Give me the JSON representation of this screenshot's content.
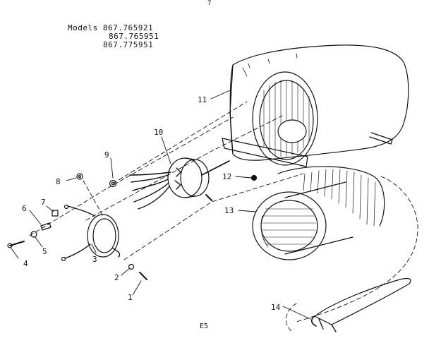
{
  "models": {
    "line1": "Models 867.765921",
    "line2": "867.765951",
    "line3": "867.775951"
  },
  "footer_code": "E5",
  "top_mark": "7",
  "callouts": [
    "1",
    "2",
    "3",
    "4",
    "5",
    "6",
    "7",
    "8",
    "9",
    "10",
    "11",
    "12",
    "13",
    "14"
  ],
  "parts": [
    {
      "number": "1",
      "icon": "screw-icon"
    },
    {
      "number": "2",
      "icon": "nut-icon"
    },
    {
      "number": "3",
      "icon": "motor-mount-bracket-icon"
    },
    {
      "number": "4",
      "icon": "bolt-icon"
    },
    {
      "number": "5",
      "icon": "washer-icon"
    },
    {
      "number": "6",
      "icon": "spacer-icon"
    },
    {
      "number": "7",
      "icon": "nut-icon"
    },
    {
      "number": "8",
      "icon": "nut-icon"
    },
    {
      "number": "9",
      "icon": "nut-icon"
    },
    {
      "number": "10",
      "icon": "blower-motor-icon"
    },
    {
      "number": "11",
      "icon": "blower-housing-icon"
    },
    {
      "number": "12",
      "icon": "screw-icon"
    },
    {
      "number": "13",
      "icon": "blower-wheel-icon"
    },
    {
      "number": "14",
      "icon": "cutoff-plate-icon"
    }
  ]
}
